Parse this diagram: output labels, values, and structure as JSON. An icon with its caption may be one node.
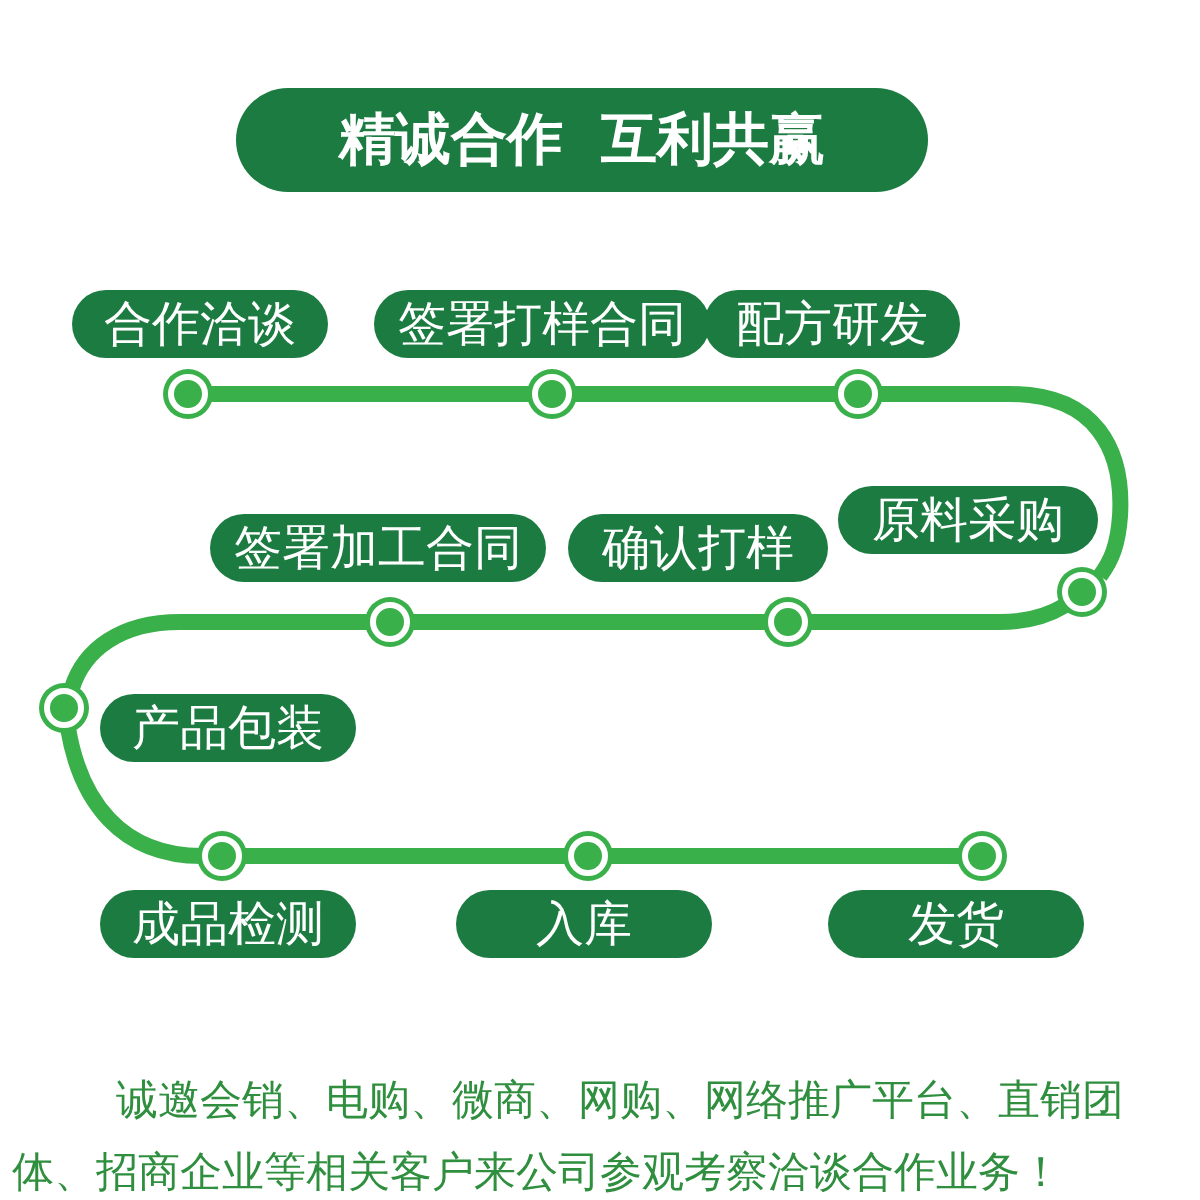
{
  "diagram": {
    "title": "精诚合作  互利共赢",
    "nodes": [
      {
        "text": [
          "合作洽谈"
        ]
      },
      {
        "text": [
          "签署打样合同"
        ]
      },
      {
        "text": [
          "配方研发"
        ]
      },
      {
        "text": [
          "原料采购"
        ]
      },
      {
        "text": [
          "确认打样"
        ]
      },
      {
        "text": [
          "签署加工合同"
        ]
      },
      {
        "text": [
          "产品包装"
        ]
      },
      {
        "text": [
          "成品检测"
        ]
      },
      {
        "text": [
          "入库"
        ]
      },
      {
        "text": [
          "发货"
        ]
      },
      {
        "text": [],
        "shape": "circle"
      },
      {
        "text": [],
        "shape": "circle"
      },
      {
        "text": [],
        "shape": "circle"
      },
      {
        "text": [],
        "shape": "circle"
      },
      {
        "text": [],
        "shape": "circle"
      },
      {
        "text": [],
        "shape": "circle"
      },
      {
        "text": [],
        "shape": "circle"
      },
      {
        "text": [],
        "shape": "circle"
      },
      {
        "text": [],
        "shape": "circle"
      },
      {
        "text": [],
        "shape": "circle"
      }
    ],
    "edges": [
      {
        "from": 10,
        "to": 11,
        "arrow": "none"
      },
      {
        "from": 11,
        "to": 12,
        "arrow": "none"
      },
      {
        "from": 12,
        "to": 13,
        "arrow": "none"
      },
      {
        "from": 13,
        "to": 14,
        "arrow": "none"
      },
      {
        "from": 14,
        "to": 15,
        "arrow": "none"
      },
      {
        "from": 15,
        "to": 16,
        "arrow": "none"
      },
      {
        "from": 16,
        "to": 17,
        "arrow": "none"
      },
      {
        "from": 17,
        "to": 18,
        "arrow": "none"
      },
      {
        "from": 18,
        "to": 19,
        "arrow": "none"
      }
    ],
    "labels": [
      "诚邀会销、电购、微商、网购、网络推广平台、直销团体、招商企业等相关客户来公司参观考察洽谈合作业务！"
    ]
  }
}
